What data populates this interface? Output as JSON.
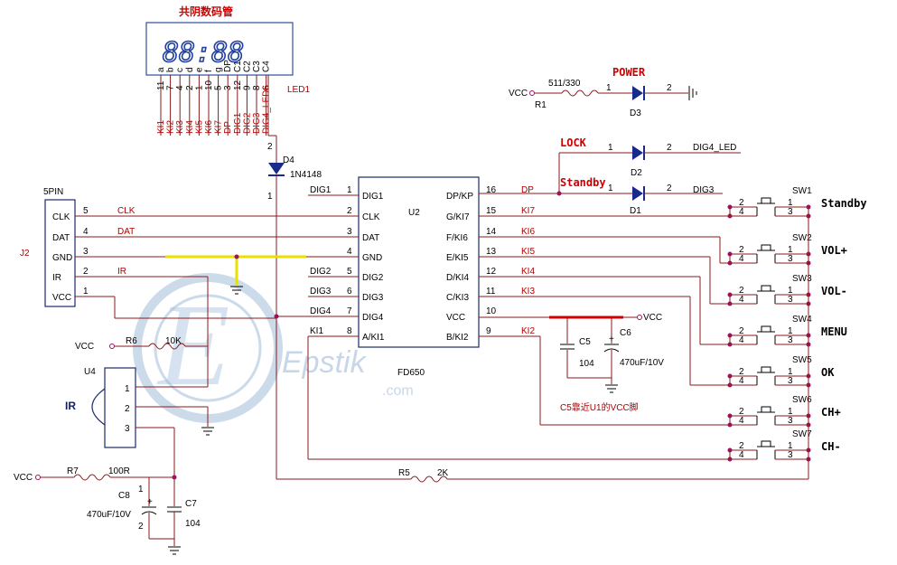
{
  "display": {
    "title": "共阴数码管",
    "digits": "88:88",
    "ref": "LED1",
    "segments": [
      "a",
      "b",
      "c",
      "d",
      "e",
      "f",
      "g",
      "DP",
      "C1",
      "C2",
      "C3",
      "C4"
    ],
    "pins": [
      "11",
      "7",
      "4",
      "2",
      "1",
      "10",
      "5",
      "3",
      "12",
      "9",
      "8",
      "6"
    ],
    "nets": [
      "KI1",
      "KI2",
      "KI3",
      "KI4",
      "KI5",
      "KI6",
      "KI7",
      "DP",
      "DIG1",
      "DIG2",
      "DIG3",
      "DIG4_LED6"
    ]
  },
  "connector": {
    "ref": "J2",
    "name": "5PIN",
    "pins": [
      {
        "num": "5",
        "label": "CLK",
        "net": "CLK"
      },
      {
        "num": "4",
        "label": "DAT",
        "net": "DAT"
      },
      {
        "num": "3",
        "label": "GND",
        "net": ""
      },
      {
        "num": "2",
        "label": "IR",
        "net": "IR"
      },
      {
        "num": "1",
        "label": "VCC",
        "net": ""
      }
    ]
  },
  "chip": {
    "ref": "U2",
    "name": "FD650",
    "left": [
      {
        "num": "1",
        "label": "DIG1",
        "net": "DIG1"
      },
      {
        "num": "2",
        "label": "CLK",
        "net": ""
      },
      {
        "num": "3",
        "label": "DAT",
        "net": ""
      },
      {
        "num": "4",
        "label": "GND",
        "net": ""
      },
      {
        "num": "5",
        "label": "DIG2",
        "net": "DIG2"
      },
      {
        "num": "6",
        "label": "DIG3",
        "net": "DIG3"
      },
      {
        "num": "7",
        "label": "DIG4",
        "net": "DIG4"
      },
      {
        "num": "8",
        "label": "A/KI1",
        "net": "KI1"
      }
    ],
    "right": [
      {
        "num": "16",
        "label": "DP/KP",
        "net": "DP"
      },
      {
        "num": "15",
        "label": "G/KI7",
        "net": "KI7"
      },
      {
        "num": "14",
        "label": "F/KI6",
        "net": "KI6"
      },
      {
        "num": "13",
        "label": "E/KI5",
        "net": "KI5"
      },
      {
        "num": "12",
        "label": "D/KI4",
        "net": "KI4"
      },
      {
        "num": "11",
        "label": "C/KI3",
        "net": "KI3"
      },
      {
        "num": "10",
        "label": "VCC",
        "net": ""
      },
      {
        "num": "9",
        "label": "B/KI2",
        "net": "KI2"
      }
    ]
  },
  "diode_d4": {
    "ref": "D4",
    "part": "1N4148",
    "pin_top": "2",
    "pin_bot": "1"
  },
  "power_led": {
    "title": "POWER",
    "vcc": "VCC",
    "r_ref": "R1",
    "r_val": "511/330",
    "d_ref": "D3",
    "p1": "1",
    "p2": "2"
  },
  "lock_led": {
    "title": "LOCK",
    "d_ref": "D2",
    "net": "DIG4_LED",
    "p1": "1",
    "p2": "2"
  },
  "standby_led": {
    "title": "Standby",
    "d_ref": "D1",
    "net": "DIG3",
    "p1": "1",
    "p2": "2"
  },
  "switches": [
    {
      "ref": "SW1",
      "label": "Standby"
    },
    {
      "ref": "SW2",
      "label": "VOL+"
    },
    {
      "ref": "SW3",
      "label": "VOL-"
    },
    {
      "ref": "SW4",
      "label": "MENU"
    },
    {
      "ref": "SW5",
      "label": "OK"
    },
    {
      "ref": "SW6",
      "label": "CH+"
    },
    {
      "ref": "SW7",
      "label": "CH-"
    }
  ],
  "switch_pins": {
    "a": "2",
    "b": "4",
    "c": "1",
    "d": "3"
  },
  "decoupling": {
    "c5_ref": "C5",
    "c5_val": "104",
    "c6_ref": "C6",
    "c6_val": "470uF/10V",
    "vcc": "VCC",
    "note": "C5靠近U1的VCC脚"
  },
  "ir": {
    "ref": "U4",
    "label": "IR",
    "pins": [
      "1",
      "2",
      "3"
    ],
    "r_ref": "R6",
    "r_val": "10K",
    "vcc": "VCC"
  },
  "supply": {
    "vcc": "VCC",
    "r_ref": "R7",
    "r_val": "100R",
    "c8_ref": "C8",
    "c8_val": "470uF/10V",
    "c7_ref": "C7",
    "c7_val": "104",
    "p1": "1",
    "p2": "2"
  },
  "r5": {
    "ref": "R5",
    "val": "2K"
  },
  "watermark": {
    "text": "Epstik",
    "sub": ".com"
  }
}
